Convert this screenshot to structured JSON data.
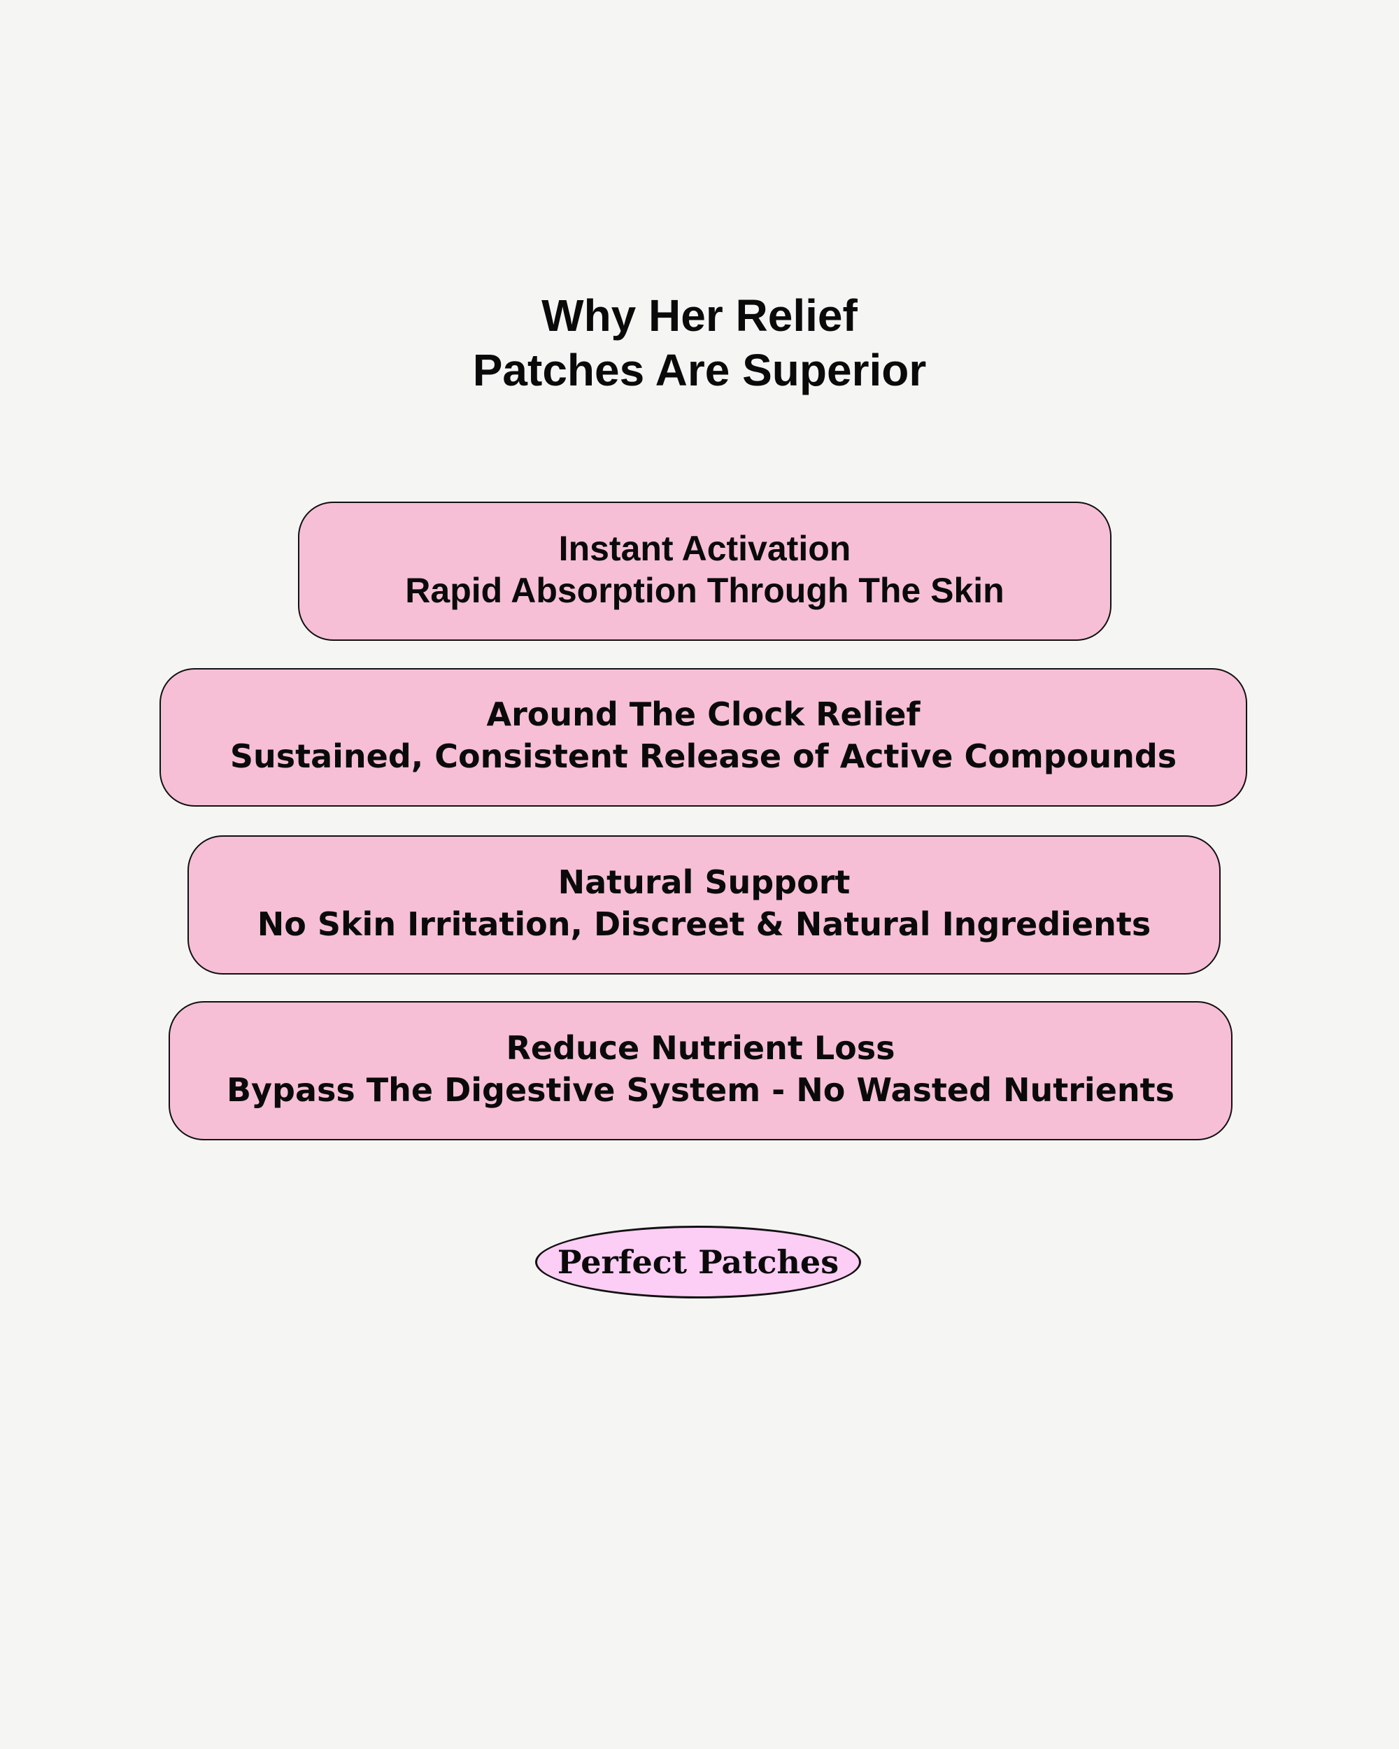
{
  "title": {
    "line1": "Why Her Relief",
    "line2": "Patches Are Superior"
  },
  "benefits": [
    {
      "heading": "Instant Activation",
      "detail": "Rapid Absorption Through The Skin"
    },
    {
      "heading": "Around The Clock Relief",
      "detail": "Sustained, Consistent Release of Active Compounds"
    },
    {
      "heading": "Natural Support",
      "detail": "No Skin Irritation, Discreet & Natural Ingredients"
    },
    {
      "heading": "Reduce Nutrient Loss",
      "detail": "Bypass The Digestive System - No Wasted Nutrients"
    }
  ],
  "brand": {
    "label": "Perfect Patches"
  },
  "colors": {
    "background": "#f5f5f3",
    "card_fill": "#f6bfd6",
    "badge_fill": "#fccdf5",
    "outline": "#111111",
    "text": "#0a0a0a"
  }
}
